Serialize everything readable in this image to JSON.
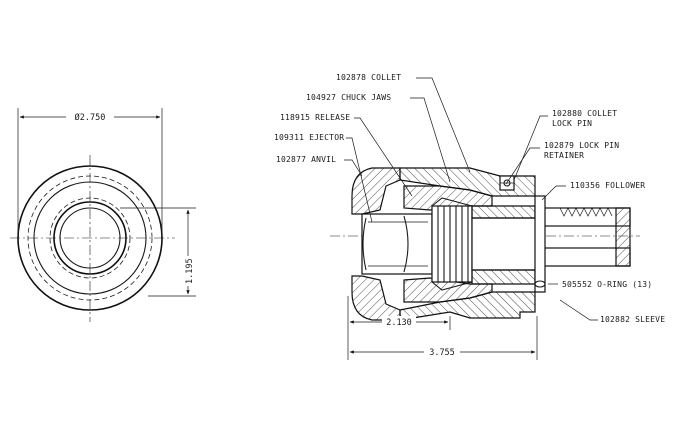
{
  "labels": {
    "collet": "102878 COLLET",
    "chuck_jaws": "104927 CHUCK JAWS",
    "release": "118915 RELEASE",
    "ejector": "109311 EJECTOR",
    "anvil": "102877 ANVIL",
    "collet_lock_pin_1": "102880 COLLET",
    "collet_lock_pin_2": "LOCK PIN",
    "lock_pin_retainer_1": "102879 LOCK PIN",
    "lock_pin_retainer_2": "RETAINER",
    "follower": "110356 FOLLOWER",
    "o_ring": "505552 O-RING (13)",
    "sleeve": "102882 SLEEVE"
  },
  "dimensions": {
    "diameter": "Ø2.750",
    "height": "1.195",
    "length_short": "2.130",
    "length_total": "3.755"
  }
}
